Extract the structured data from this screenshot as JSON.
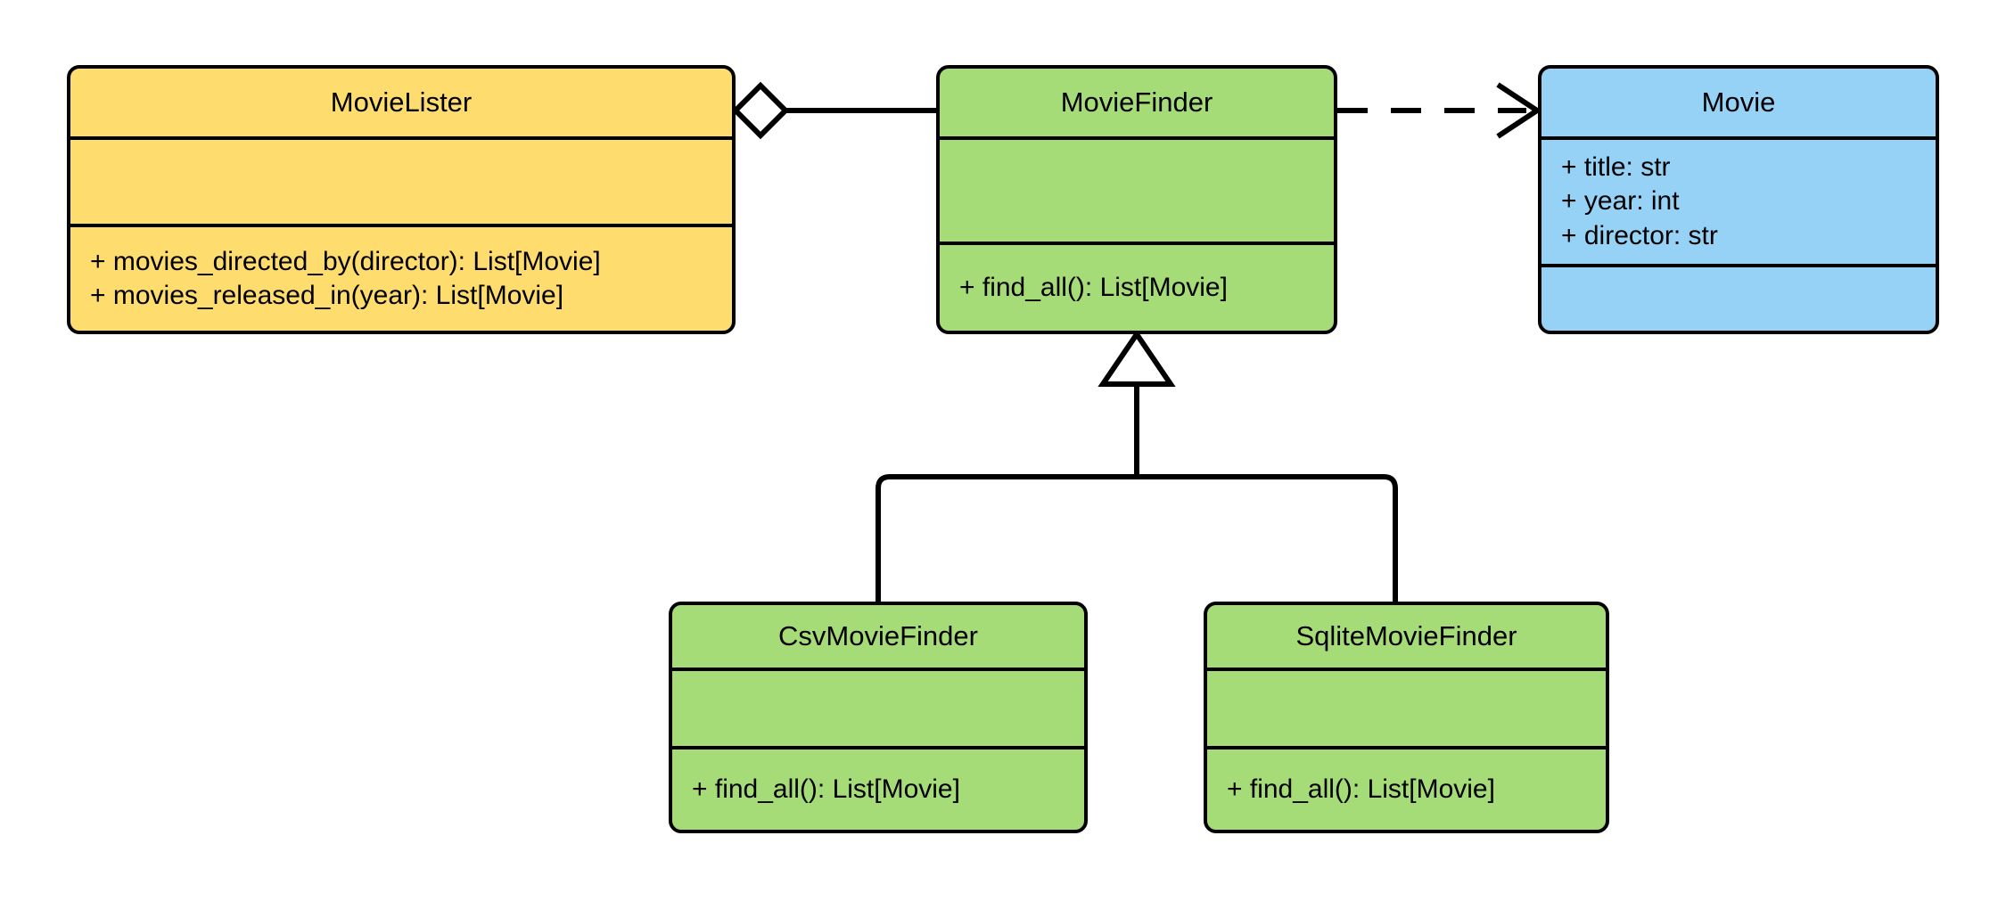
{
  "diagram": {
    "kind": "uml-class-diagram",
    "background": "#ffffff",
    "line_color": "#000000"
  },
  "colors": {
    "yellow": "#FFDC6E",
    "green": "#A5DC78",
    "blue": "#96D2F5",
    "stroke": "#000000"
  },
  "classes": {
    "movie_lister": {
      "name": "MovieLister",
      "color": "#FFDC6E",
      "attributes": [],
      "methods": [
        "+ movies_directed_by(director): List[Movie]",
        "+ movies_released_in(year): List[Movie]"
      ]
    },
    "movie_finder": {
      "name": "MovieFinder",
      "color": "#A5DC78",
      "attributes": [],
      "methods": [
        "+ find_all(): List[Movie]"
      ]
    },
    "movie": {
      "name": "Movie",
      "color": "#96D2F5",
      "attributes": [
        "+ title: str",
        "+ year: int",
        "+ director: str"
      ],
      "methods": []
    },
    "csv_movie_finder": {
      "name": "CsvMovieFinder",
      "color": "#A5DC78",
      "attributes": [],
      "methods": [
        "+ find_all(): List[Movie]"
      ]
    },
    "sqlite_movie_finder": {
      "name": "SqliteMovieFinder",
      "color": "#A5DC78",
      "attributes": [],
      "methods": [
        "+ find_all(): List[Movie]"
      ]
    }
  },
  "relationships": [
    {
      "id": "aggregation",
      "type": "aggregation",
      "from": "MovieLister",
      "to": "MovieFinder",
      "marker": "hollow-diamond",
      "line_style": "solid"
    },
    {
      "id": "dependency",
      "type": "dependency",
      "from": "MovieFinder",
      "to": "Movie",
      "marker": "open-arrow",
      "line_style": "dashed"
    },
    {
      "id": "inheritance-csv",
      "type": "generalization",
      "from": "CsvMovieFinder",
      "to": "MovieFinder",
      "marker": "hollow-triangle",
      "line_style": "solid"
    },
    {
      "id": "inheritance-sqlite",
      "type": "generalization",
      "from": "SqliteMovieFinder",
      "to": "MovieFinder",
      "marker": "hollow-triangle",
      "line_style": "solid"
    }
  ]
}
